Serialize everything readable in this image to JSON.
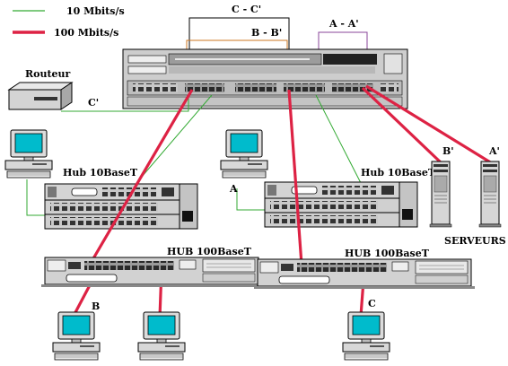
{
  "legend": {
    "slow_label": "10 Mbits/s",
    "fast_label": "100 Mbits/s",
    "slow_color": "#33aa33",
    "fast_color": "#dd2244"
  },
  "labels": {
    "cc": "C - C'",
    "bb": "B - B'",
    "aa": "A - A'",
    "routeur": "Routeur",
    "c_prime": "C'",
    "hub10_left": "Hub  10BaseT",
    "hub10_right": "Hub  10BaseT",
    "hub100_left": "HUB  100BaseT",
    "hub100_right": "HUB  100BaseT",
    "a": "A",
    "b": "B",
    "c": "C",
    "b_prime": "B'",
    "a_prime": "A'",
    "serveurs": "SERVEURS"
  },
  "colors": {
    "orange_loop": "#cc7722",
    "purple_loop": "#884499",
    "monitor_screen": "#00bbcc"
  },
  "icons": {
    "switch": "network-switch-icon",
    "router": "router-icon",
    "hub": "hub-icon",
    "pc": "desktop-computer-icon",
    "server": "tower-server-icon"
  }
}
